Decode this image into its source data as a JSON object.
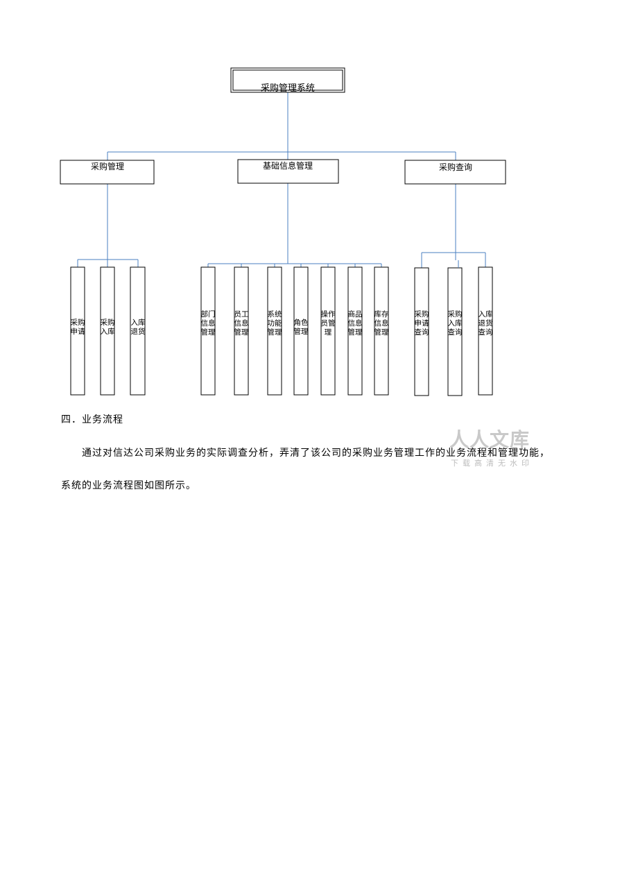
{
  "diagram": {
    "root": "采购管理系统",
    "groups": [
      {
        "label": "采购管理",
        "children": [
          "采购申请",
          "采购入库",
          "入库退货"
        ]
      },
      {
        "label": "基础信息管理",
        "children": [
          "部门信息管理",
          "员工信息管理",
          "系统功能管理",
          "角色管理",
          "操作员管理",
          "商品信息管理",
          "库存信息管理"
        ]
      },
      {
        "label": "采购查询",
        "children": [
          "采购申请查询",
          "采购入库查询",
          "入库退货查询"
        ]
      }
    ]
  },
  "section": {
    "heading": "四．业务流程",
    "paragraph_line1": "通过对信达公司采购业务的实际调查分析，弄清了该公司的采购业务管理工作的业务流程和管理功能，",
    "paragraph_line2": "系统的业务流程图如图所示。"
  },
  "watermark": {
    "title": "人人文库",
    "subtitle": "下载高清无水印"
  },
  "colors": {
    "connector": "#4a7fc1",
    "border": "#000000"
  }
}
